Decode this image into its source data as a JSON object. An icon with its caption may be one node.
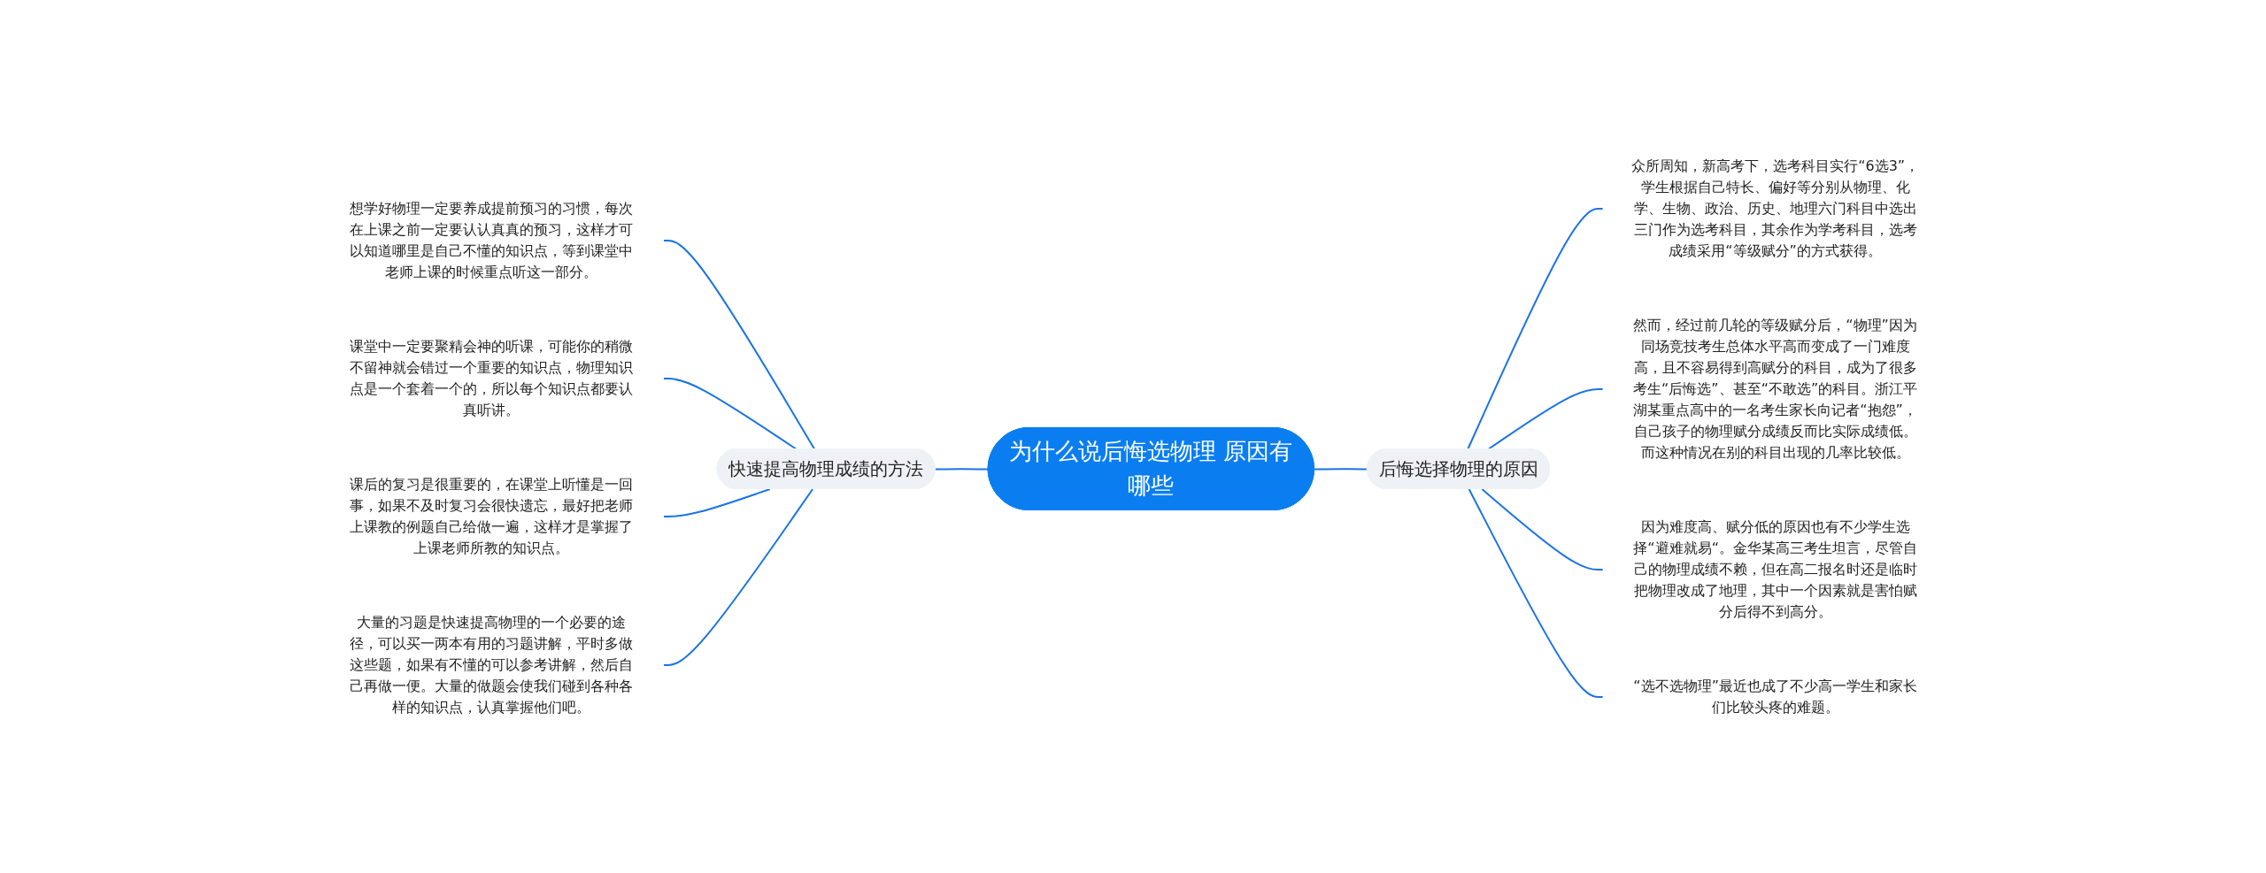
{
  "diagram": {
    "nodes": [
      {
        "text": [
          "为什么说后悔选物理 原因有哪些"
        ]
      },
      {
        "text": [
          "快速提高物理成绩的方法"
        ]
      },
      {
        "text": [
          "想学好物理一定要养成提前预习的习惯，每次在上课之前一定要认认真真的预习，这样才可以知道哪里是自己不懂的知识点，等到课堂中老师上课的时候重点听这一部分。"
        ]
      },
      {
        "text": [
          "课堂中一定要聚精会神的听课，可能你的稍微不留神就会错过一个重要的知识点，物理知识点是一个套着一个的，所以每个知识点都要认真听讲。"
        ]
      },
      {
        "text": [
          "课后的复习是很重要的，在课堂上听懂是一回事，如果不及时复习会很快遗忘，最好把老师上课教的例题自己给做一遍，这样才是掌握了上课老师所教的知识点。"
        ]
      },
      {
        "text": [
          "大量的习题是快速提高物理的一个必要的途径，可以买一两本有用的习题讲解，平时多做这些题，如果有不懂的可以参考讲解，然后自己再做一便。大量的做题会使我们碰到各种各样的知识点，认真掌握他们吧。"
        ]
      },
      {
        "text": [
          "后悔选择物理的原因"
        ]
      },
      {
        "text": [
          "众所周知，新高考下，选考科目实行“6选3”，学生根据自己特长、偏好等分别从物理、化学、生物、政治、历史、地理六门科目中选出三门作为选考科目，其余作为学考科目，选考成绩采用“等级赋分”的方式获得。"
        ]
      },
      {
        "text": [
          "然而，经过前几轮的等级赋分后，“物理”因为同场竞技考生总体水平高而变成了一门难度高，且不容易得到高赋分的科目，成为了很多考生“后悔选”、甚至“不敢选”的科目。浙江平湖某重点高中的一名考生家长向记者“抱怨”，自己孩子的物理赋分成绩反而比实际成绩低。而这种情况在别的科目出现的几率比较低。"
        ]
      },
      {
        "text": [
          "因为难度高、赋分低的原因也有不少学生选择“避难就易“。金华某高三考生坦言，尽管自己的物理成绩不赖，但在高二报名时还是临时把物理改成了地理，其中一个因素就是害怕赋分后得不到高分。"
        ]
      },
      {
        "text": [
          "“选不选物理”最近也成了不少高一学生和家长们比较头疼的难题。"
        ]
      }
    ],
    "edges": [
      {
        "from": 0,
        "to": 1,
        "arrow": "none"
      },
      {
        "from": 1,
        "to": 2,
        "arrow": "none"
      },
      {
        "from": 1,
        "to": 3,
        "arrow": "none"
      },
      {
        "from": 1,
        "to": 4,
        "arrow": "none"
      },
      {
        "from": 1,
        "to": 5,
        "arrow": "none"
      },
      {
        "from": 0,
        "to": 6,
        "arrow": "none"
      },
      {
        "from": 6,
        "to": 7,
        "arrow": "none"
      },
      {
        "from": 6,
        "to": 8,
        "arrow": "none"
      },
      {
        "from": 6,
        "to": 9,
        "arrow": "none"
      },
      {
        "from": 6,
        "to": 10,
        "arrow": "none"
      }
    ]
  }
}
